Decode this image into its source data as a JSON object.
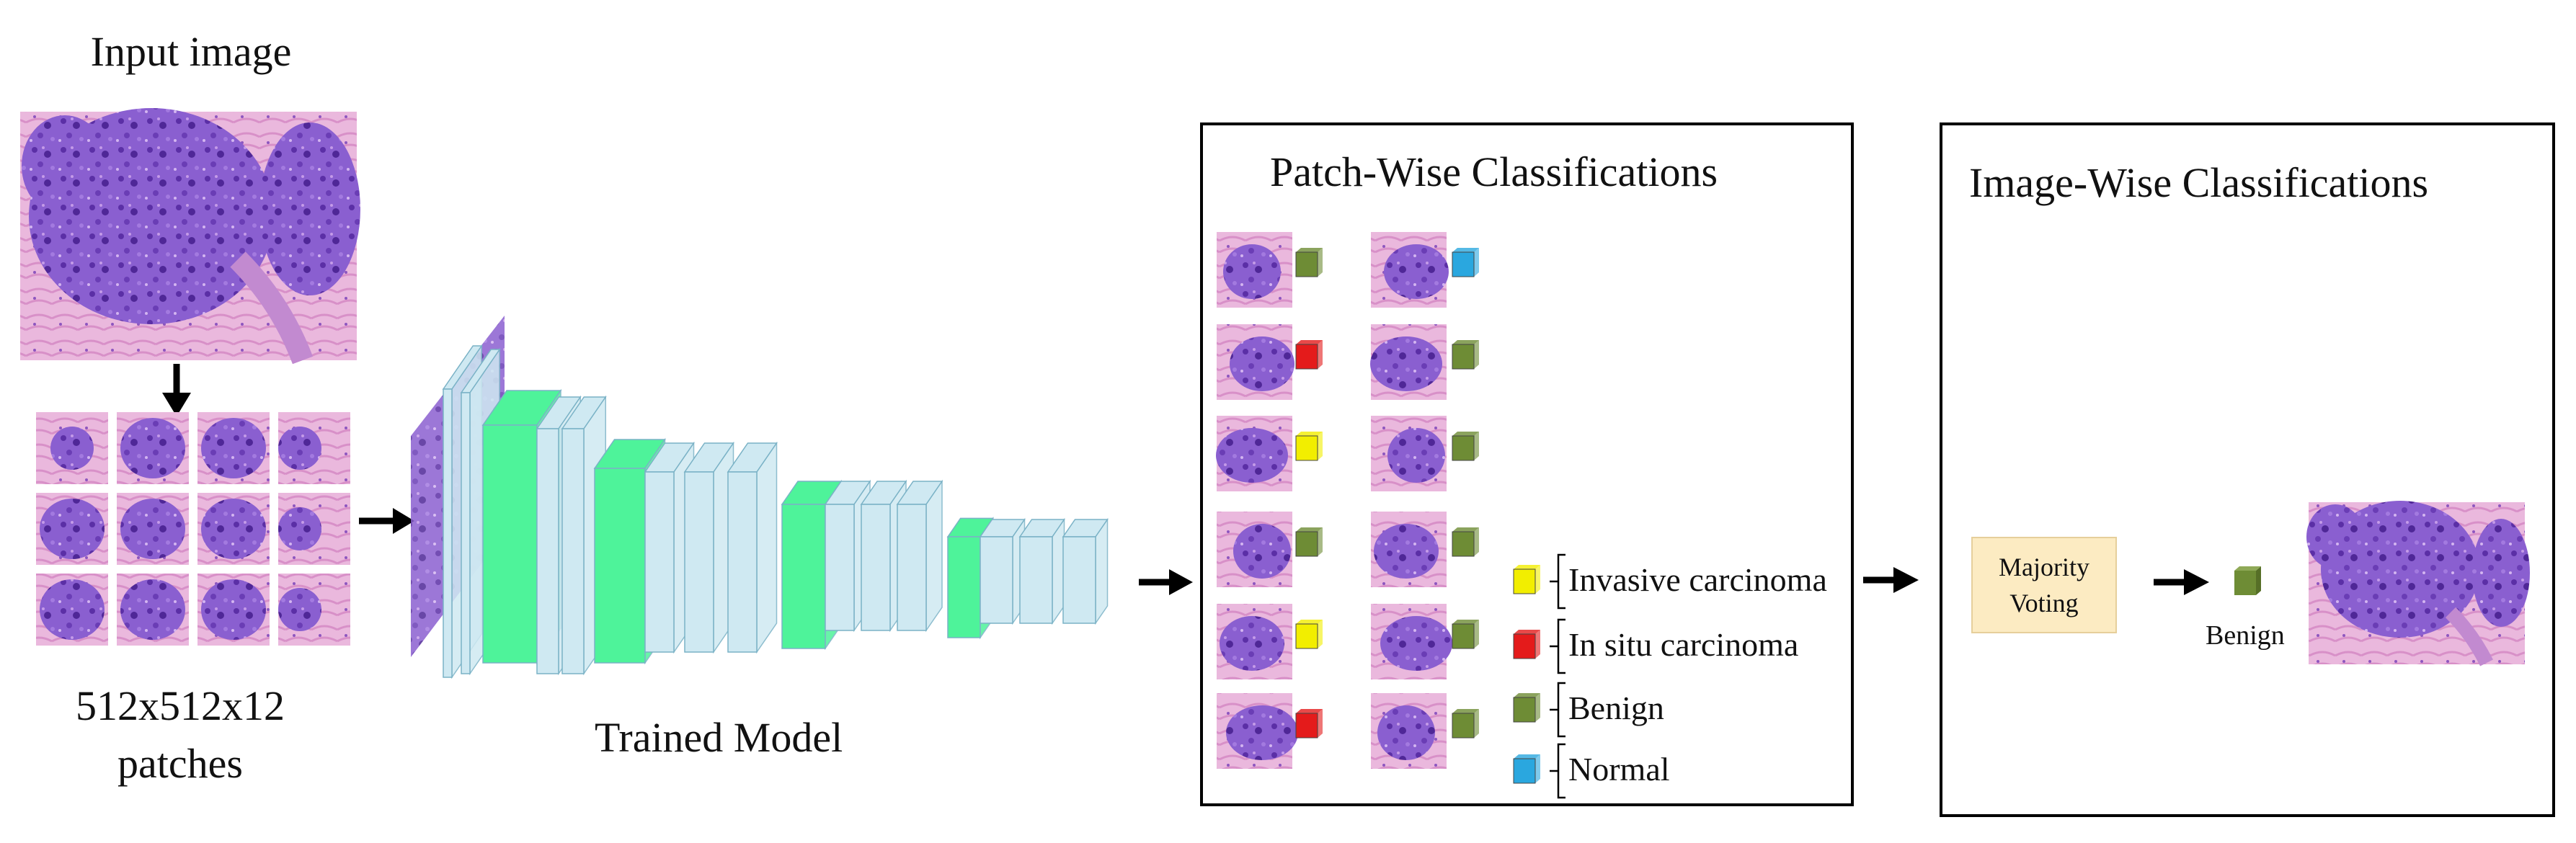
{
  "input_title": "Input image",
  "patch_caption": "512x512x12\npatches",
  "model_caption": "Trained Model",
  "patch_panel_title": "Patch-Wise Classifications",
  "image_panel_title": "Image-Wise Classifications",
  "voting_label": "Majority\nVoting",
  "result_label": "Benign",
  "legend": [
    {
      "label": "Invasive carcinoma",
      "color": "#f2ee00"
    },
    {
      "label": "In situ carcinoma",
      "color": "#e41b1b"
    },
    {
      "label": "Benign",
      "color": "#6e8c35"
    },
    {
      "label": "Normal",
      "color": "#2aa7df"
    }
  ],
  "patch_predictions_left": [
    "Benign",
    "In situ carcinoma",
    "Invasive carcinoma",
    "Benign",
    "Invasive carcinoma",
    "In situ carcinoma"
  ],
  "patch_predictions_right": [
    "Normal",
    "Benign",
    "Benign",
    "Benign",
    "Benign",
    "Benign"
  ],
  "colors": {
    "tissue_purple": "#7a4fc2",
    "tissue_pink": "#e7b7df",
    "layer_blue": "#cfe9f2",
    "layer_green": "#4ef39a"
  }
}
